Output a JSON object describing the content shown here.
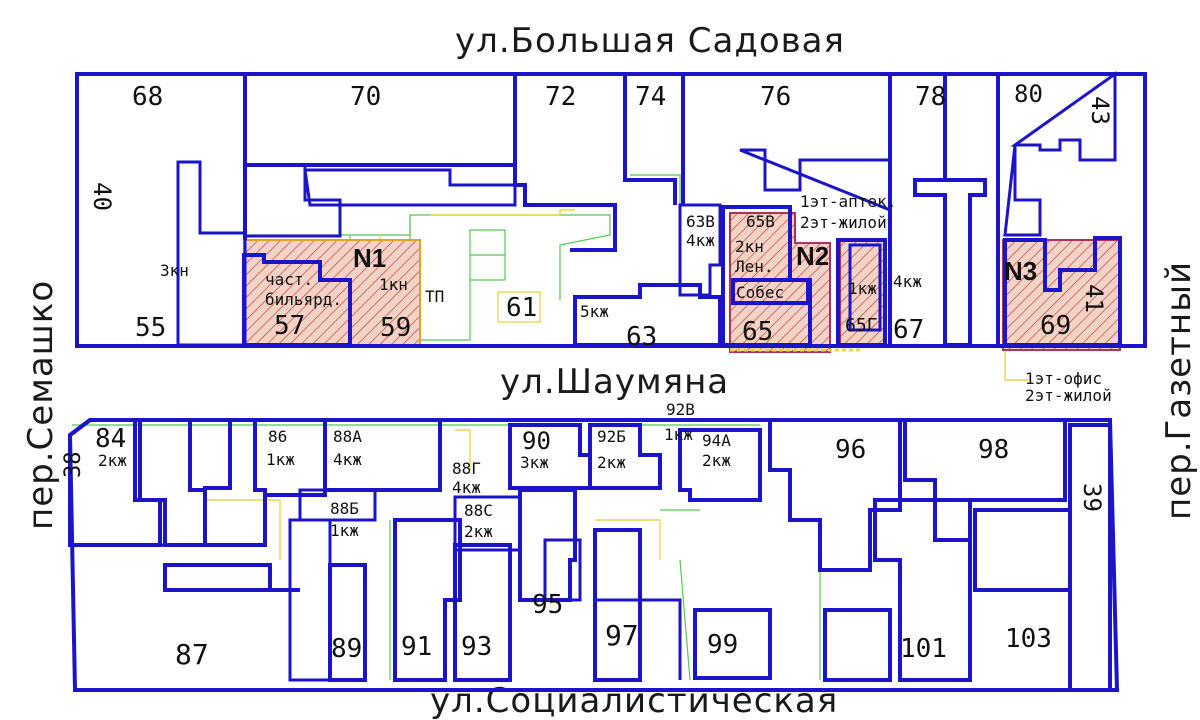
{
  "map": {
    "streets": {
      "top": "ул.Большая Садовая",
      "middle": "ул.Шаумяна",
      "bottom": "ул.Социалистическая",
      "left": "пер.Семашко",
      "right": "пер.Газетный"
    },
    "plots": {
      "n1": "N1",
      "n2": "N2",
      "n3": "N3"
    },
    "colors": {
      "building_outline": "#1c14c8",
      "utility_green": "#55c855",
      "utility_yellow": "#e6d84a",
      "hatch": "#c0392b",
      "plot_fill": "#f3d3c8"
    },
    "north_block": {
      "numbers": {
        "n68": "68",
        "n70": "70",
        "n72": "72",
        "n74": "74",
        "n76": "76",
        "n78": "78",
        "n80": "80",
        "n43": "43",
        "n40": "40",
        "n55": "55",
        "n57": "57",
        "n59": "59",
        "n61": "61",
        "n63": "63",
        "n65": "65",
        "n65g": "65Г",
        "n67": "67",
        "n69": "69",
        "n41": "41",
        "n63b": "63В",
        "n65b": "65В"
      },
      "notes": {
        "kn3": "3кн",
        "chast": "част.",
        "bilyard": "бильярд.",
        "kn1": "1кн",
        "tp": "ТП",
        "kzh5": "5кж",
        "kzh4_63": "4кж",
        "kn2": "2кн",
        "len": "Лен.",
        "sobes": "Собес",
        "apt1": "1эт-аптек.",
        "apt2": "2эт-жилой",
        "kzh1_65g": "1кж",
        "kzh4_67": "4кж",
        "ofis1": "1эт-офис",
        "ofis2": "2эт-жилой"
      }
    },
    "south_block": {
      "numbers": {
        "n84": "84",
        "n38": "38",
        "n86": "86",
        "n88a": "88А",
        "n88b": "88Б",
        "n88g": "88Г",
        "n88s": "88С",
        "n90": "90",
        "n92b_b": "92Б",
        "n92v": "92В",
        "n94a": "94А",
        "n96": "96",
        "n98": "98",
        "n39": "39",
        "n87": "87",
        "n89": "89",
        "n91": "91",
        "n93": "93",
        "n95": "95",
        "n97": "97",
        "n99": "99",
        "n101": "101",
        "n103": "103"
      },
      "notes": {
        "kzh2_84": "2кж",
        "kzh1_86": "1кж",
        "kzh4_88a": "4кж",
        "kzh1_88b": "1кж",
        "kzh4_88g": "4кж",
        "kzh2_88s": "2кж",
        "kzh3_90": "3кж",
        "kzh2_92b": "2кж",
        "kzh1_92v": "1кж",
        "kzh2_94a": "2кж"
      }
    }
  }
}
